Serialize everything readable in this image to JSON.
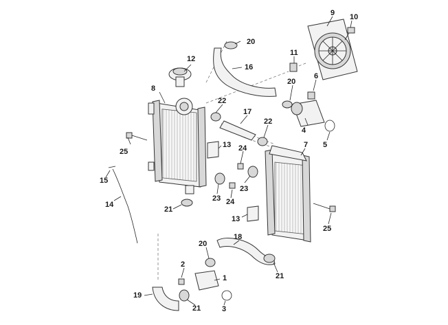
{
  "callouts": [
    {
      "id": "c1",
      "text": "1"
    },
    {
      "id": "c2",
      "text": "2"
    },
    {
      "id": "c3",
      "text": "3"
    },
    {
      "id": "c4",
      "text": "4"
    },
    {
      "id": "c5",
      "text": "5"
    },
    {
      "id": "c6",
      "text": "6"
    },
    {
      "id": "c7",
      "text": "7"
    },
    {
      "id": "c8",
      "text": "8"
    },
    {
      "id": "c9",
      "text": "9"
    },
    {
      "id": "c10",
      "text": "10"
    },
    {
      "id": "c11",
      "text": "11"
    },
    {
      "id": "c12",
      "text": "12"
    },
    {
      "id": "c13a",
      "text": "13"
    },
    {
      "id": "c13b",
      "text": "13"
    },
    {
      "id": "c14",
      "text": "14"
    },
    {
      "id": "c15",
      "text": "15"
    },
    {
      "id": "c16",
      "text": "16"
    },
    {
      "id": "c17",
      "text": "17"
    },
    {
      "id": "c18",
      "text": "18"
    },
    {
      "id": "c19",
      "text": "19"
    },
    {
      "id": "c20a",
      "text": "20"
    },
    {
      "id": "c20b",
      "text": "20"
    },
    {
      "id": "c20c",
      "text": "20"
    },
    {
      "id": "c21a",
      "text": "21"
    },
    {
      "id": "c21b",
      "text": "21"
    },
    {
      "id": "c21c",
      "text": "21"
    },
    {
      "id": "c22a",
      "text": "22"
    },
    {
      "id": "c22b",
      "text": "22"
    },
    {
      "id": "c23a",
      "text": "23"
    },
    {
      "id": "c23b",
      "text": "23"
    },
    {
      "id": "c24a",
      "text": "24"
    },
    {
      "id": "c24b",
      "text": "24"
    },
    {
      "id": "c25a",
      "text": "25"
    },
    {
      "id": "c25b",
      "text": "25"
    }
  ]
}
